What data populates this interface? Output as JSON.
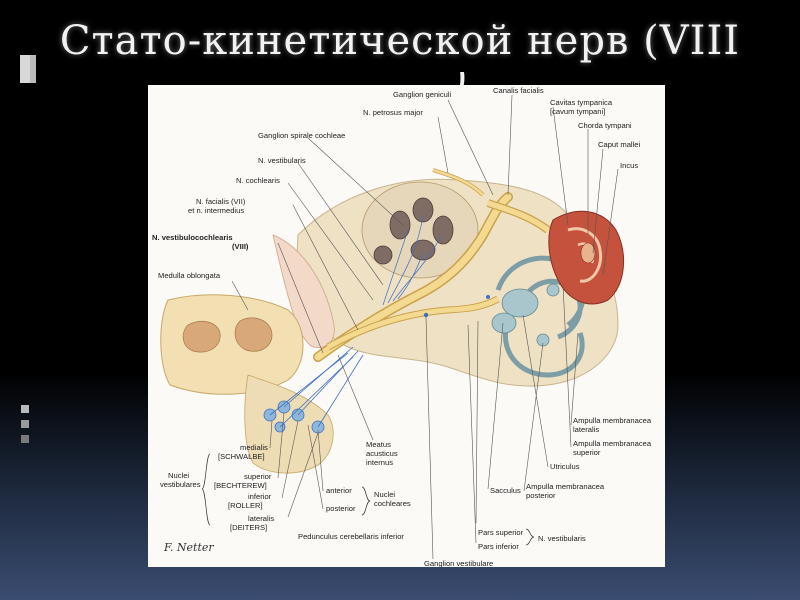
{
  "slide": {
    "title": "Стато-кинетической нерв (VIII",
    "title_cut": ")"
  },
  "labels_left": {
    "facialis": "N. facialis (VII)",
    "intermedius": "et n. intermedius",
    "vestibulocochlearis": "N. vestibulocochlearis",
    "vestibulocochlearis_num": "(VIII)",
    "medulla": "Medulla oblongata",
    "ganglion_spirale": "Ganglion spirale cochleae",
    "n_vestibularis": "N. vestibularis",
    "n_cochlearis": "N. cochlearis",
    "ganglion_geniculi": "Ganglion geniculi",
    "n_petrosus": "N. petrosus major"
  },
  "labels_top_right": {
    "canalis_facialis": "Canalis facialis",
    "cavitas_1": "Cavitas tympanica",
    "cavitas_2": "[cavum tympani]",
    "chorda": "Chorda tympani",
    "caput": "Caput mallei",
    "incus": "Incus"
  },
  "labels_bottom": {
    "medialis": "medialis",
    "schwalbe": "[SCHWALBE]",
    "superior": "superior",
    "bechterew": "[BECHTEREW]",
    "inferior": "inferior",
    "roller": "[ROLLER]",
    "lateralis": "lateralis",
    "deiters": "[DEITERS]",
    "nuclei_vest_1": "Nuclei",
    "nuclei_vest_2": "vestibulares",
    "meatus_1": "Meatus",
    "meatus_2": "acusticus",
    "meatus_3": "internus",
    "anterior": "anterior",
    "posterior": "posterior",
    "nuclei_coch_1": "Nuclei",
    "nuclei_coch_2": "cochleares",
    "pedunculus": "Pedunculus cerebellaris inferior",
    "sacculus": "Sacculus",
    "pars_superior": "Pars superior",
    "pars_inferior": "Pars inferior",
    "n_vestibularis_r": "N. vestibularis",
    "ganglion_vest": "Ganglion vestibulare"
  },
  "labels_right": {
    "amp_lat_1": "Ampulla membranacea",
    "amp_lat_2": "lateralis",
    "amp_sup_1": "Ampulla membranacea",
    "amp_sup_2": "superior",
    "utriculus": "Utriculus",
    "amp_post_1": "Ampulla membranacea",
    "amp_post_2": "posterior"
  },
  "signature": "F. Netter",
  "colors": {
    "nerve": "#f2d68a",
    "nerve_outline": "#c9a24a",
    "blue_fiber": "#3f6fc2",
    "bone": "#efe4cf",
    "cochlea": "#8c7a72",
    "labyrinth": "#9fbcc4",
    "tympanic": "#c4523c"
  }
}
